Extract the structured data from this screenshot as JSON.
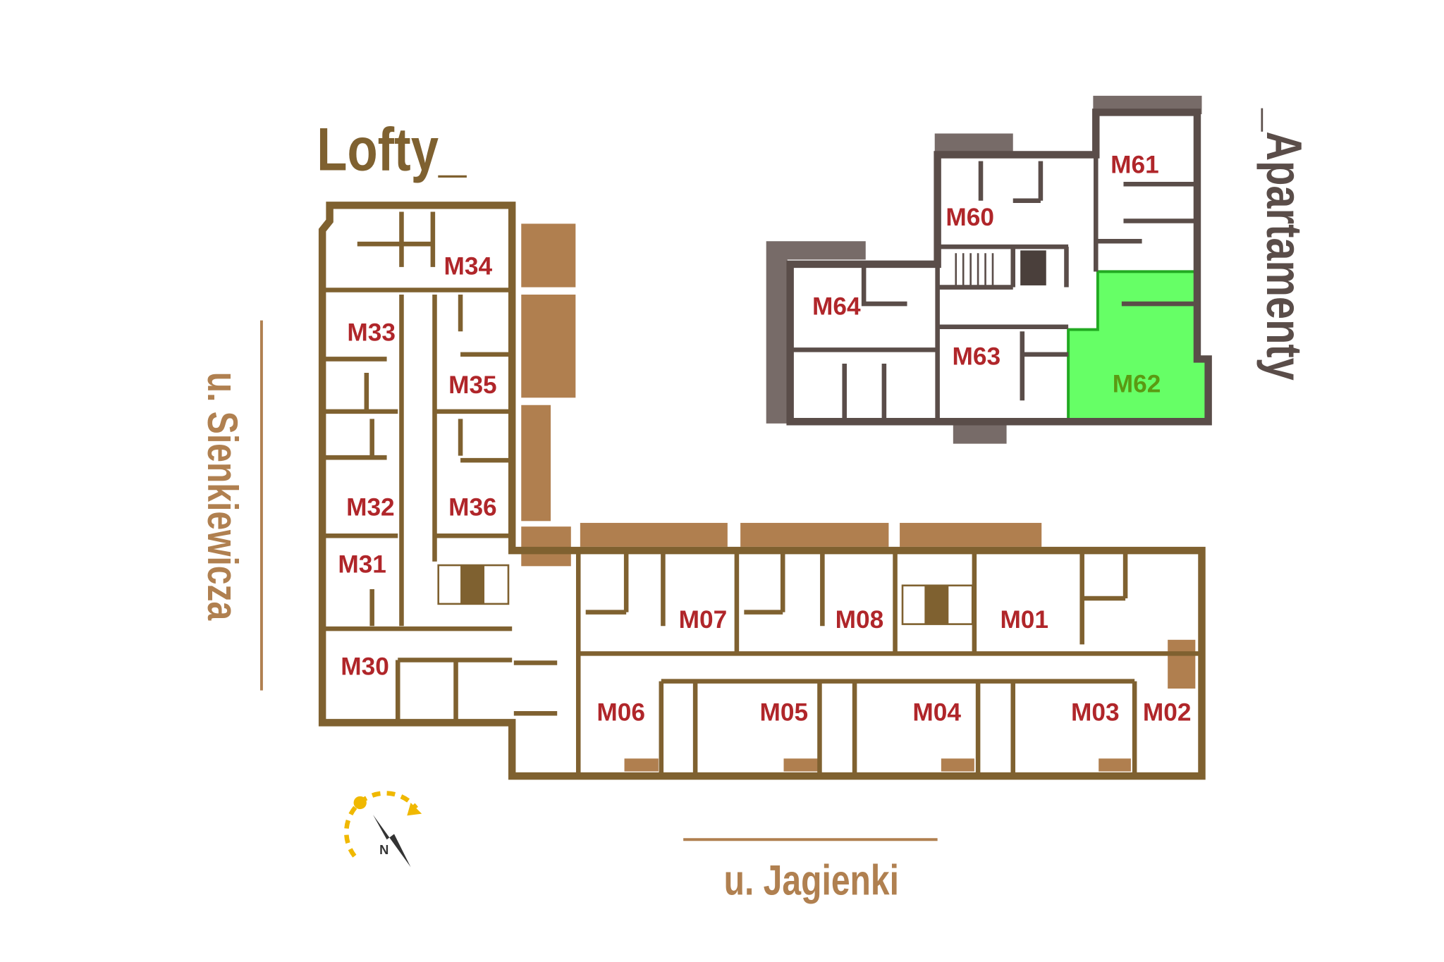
{
  "headings": {
    "lofty": "Lofty_",
    "apartamenty": "_Apartamenty"
  },
  "streets": {
    "west": "u. Sienkiewicza",
    "south": "u. Jagienki"
  },
  "compass": {
    "label": "N"
  },
  "units": {
    "M34": "M34",
    "M33": "M33",
    "M35": "M35",
    "M32": "M32",
    "M36": "M36",
    "M31": "M31",
    "M30": "M30",
    "M07": "M07",
    "M08": "M08",
    "M01": "M01",
    "M06": "M06",
    "M05": "M05",
    "M04": "M04",
    "M03": "M03",
    "M02": "M02",
    "M60": "M60",
    "M61": "M61",
    "M64": "M64",
    "M63": "M63",
    "M62": "M62"
  },
  "selected_unit": "M62",
  "colors": {
    "lofty_wall": "#7f6130",
    "apartment_wall": "#5a4d49",
    "balcony": "#b07f4f",
    "highlight": "#66ff66",
    "unit_label": "#b0262a",
    "street": "#b08050",
    "compass": "#f0b800"
  }
}
